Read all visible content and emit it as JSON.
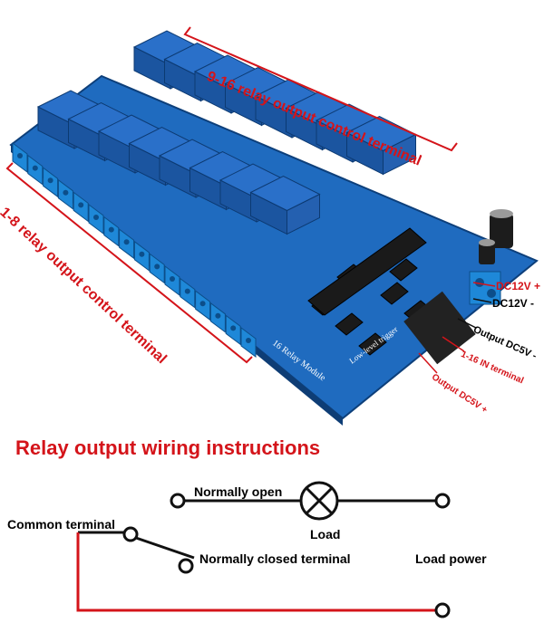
{
  "board": {
    "label_9_16": "9-16 relay output control terminal",
    "label_1_8": "1-8 relay output control terminal",
    "silk_title": "16 Relay Module",
    "silk_sub": "Low-level trigger",
    "dc12_plus": "DC12V +",
    "dc12_minus": "DC12V -",
    "out5_minus": "Output DC5V -",
    "in_terminal": "1-16 IN terminal",
    "out5_plus": "Output DC5V +",
    "relay_count": 16,
    "colors": {
      "pcb": "#1f6bbf",
      "relay": "#2a70c9",
      "terminal": "#1e88d8",
      "chip": "#1a1a1a",
      "label_red": "#d4141a"
    }
  },
  "wiring": {
    "title": "Relay output wiring instructions",
    "normally_open": "Normally open",
    "load": "Load",
    "common_terminal": "Common terminal",
    "normally_closed": "Normally closed terminal",
    "load_power": "Load power",
    "colors": {
      "wire_black": "#111111",
      "wire_red": "#d4141a"
    }
  }
}
